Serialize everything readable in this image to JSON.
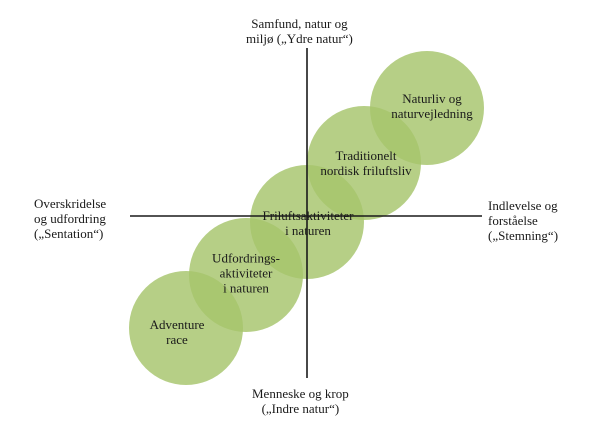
{
  "colors": {
    "circle_fill": "#a6c46b",
    "axis": "#1a1a1a",
    "text": "#1a1a1a"
  },
  "axes": {
    "top": [
      "Samfund, natur og",
      "miljø („Ydre natur“)"
    ],
    "bottom": [
      "Menneske og krop",
      "(„Indre natur“)"
    ],
    "left": [
      "Overskridelse",
      "og udfordring",
      "(„Sentation“)"
    ],
    "right": [
      "Indlevelse og",
      "forståelse",
      "(„Stemning“)"
    ]
  },
  "circles": [
    {
      "lines": [
        "Naturliv og",
        "naturvejledning"
      ]
    },
    {
      "lines": [
        "Traditionelt",
        "nordisk friluftsliv"
      ]
    },
    {
      "lines": [
        "Friluftsaktiviteter",
        "i naturen"
      ]
    },
    {
      "lines": [
        "Udfordrings-",
        "aktiviteter",
        "i naturen"
      ]
    },
    {
      "lines": [
        "Adventure",
        "race"
      ]
    }
  ]
}
